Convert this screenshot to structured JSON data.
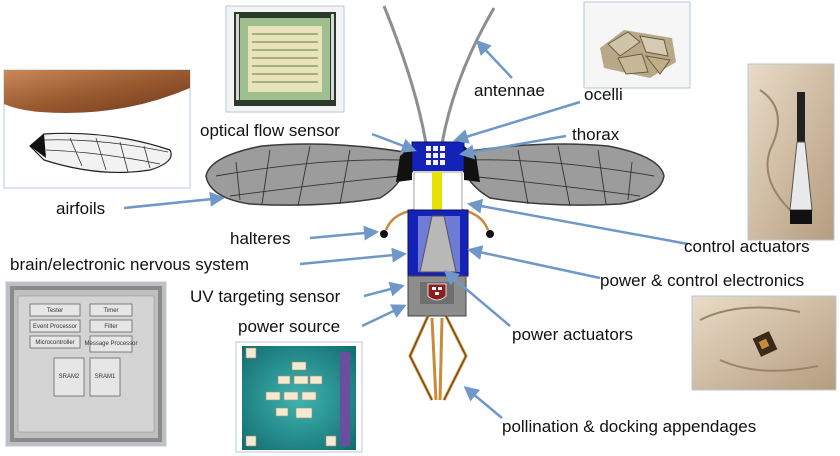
{
  "colors": {
    "arrow": "#6f98c9",
    "wing_fill": "#9c9c9c",
    "thorax_blue": "#1522b8",
    "body_grey": "#8d8d8d",
    "appendage": "#c98a3a",
    "antenna": "#8e8e8e",
    "core_yellow": "#e8e000",
    "harvard_red": "#8b1d1d"
  },
  "labels": {
    "antennae": "antennae",
    "ocelli": "ocelli",
    "optical_flow_sensor": "optical flow sensor",
    "thorax": "thorax",
    "airfoils": "airfoils",
    "halteres": "halteres",
    "brain": "brain/electronic nervous system",
    "control_actuators": "control actuators",
    "power_control_electronics": "power & control electronics",
    "uv_targeting_sensor": "UV targeting sensor",
    "power_source": "power source",
    "power_actuators": "power actuators",
    "pollination": "pollination & docking appendages"
  },
  "chip": {
    "blocks": [
      "Tester",
      "Timer",
      "Event Processor",
      "Filter",
      "Microcontroller",
      "Message Processor",
      "SRAM2",
      "SRAM1"
    ]
  },
  "photos": [
    "optical-flow-chip-photo",
    "ocelli-photo",
    "penny-wing-photo",
    "control-actuator-photo",
    "brain-chip-photo",
    "power-source-photo",
    "electronics-on-penny-photo"
  ]
}
